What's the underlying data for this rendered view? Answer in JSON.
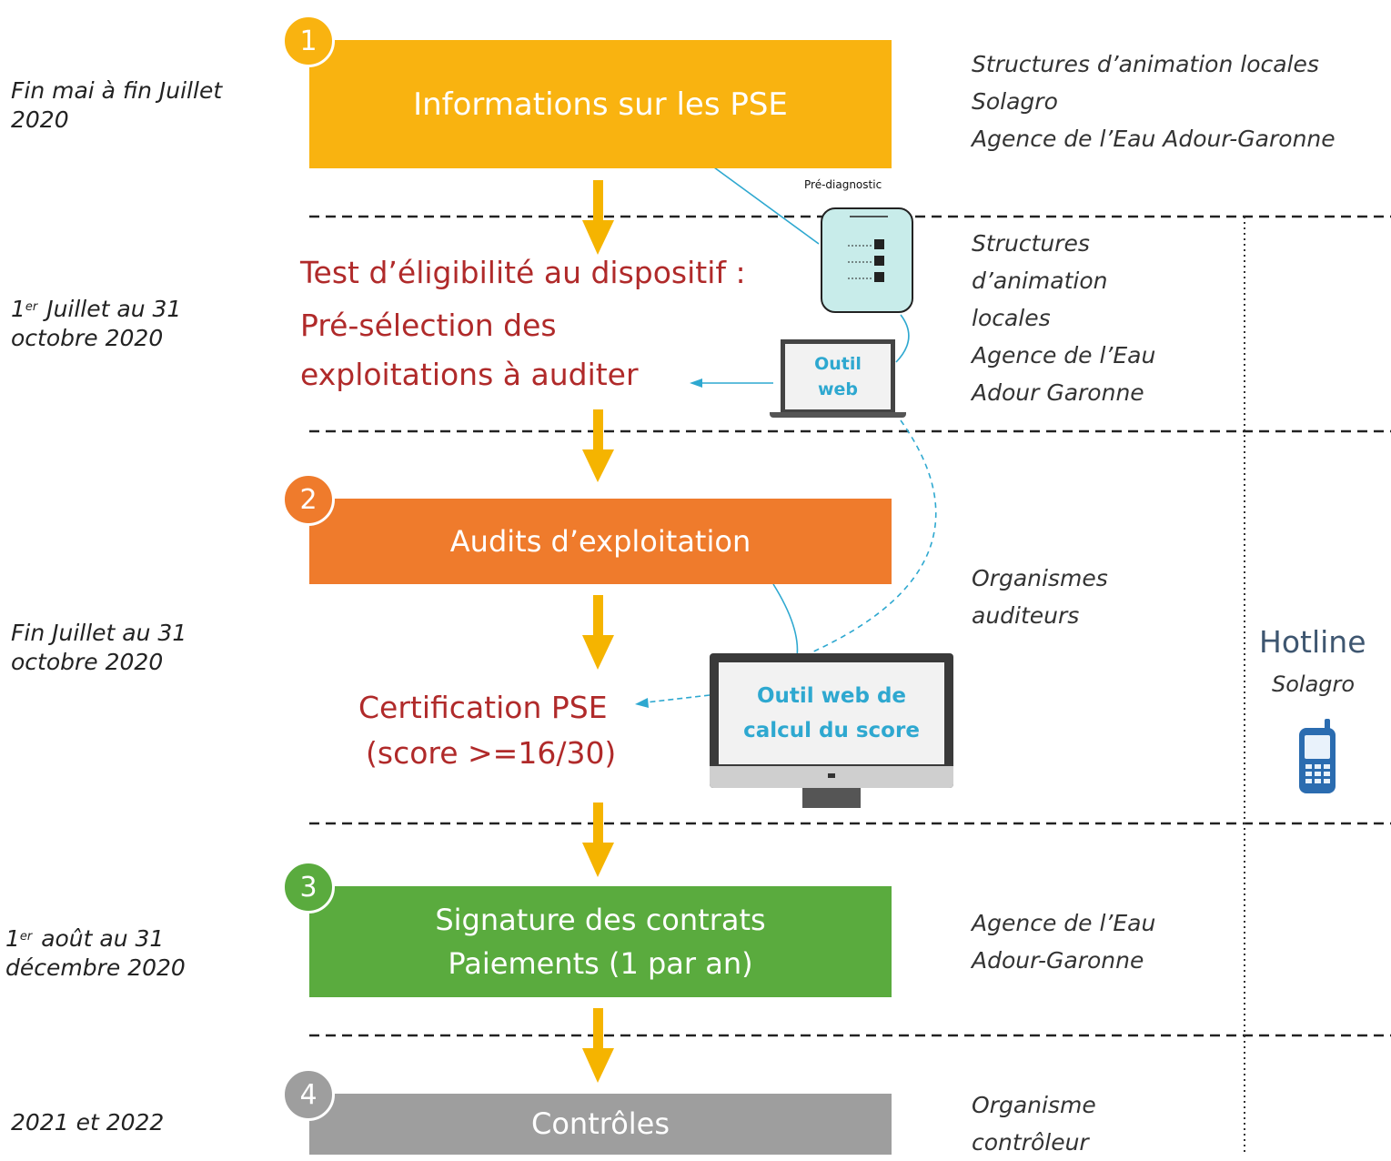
{
  "colors": {
    "step1": "#f9b310",
    "step2": "#ef7b2c",
    "step3": "#5aab3e",
    "step4": "#9e9e9e",
    "arrow": "#f5b400",
    "red_text": "#b02a2a",
    "tool_link": "#2ea8d0",
    "hotline_text": "#3e5670",
    "phone": "#2b6cb0"
  },
  "dates": {
    "d1": "Fin mai à fin Juillet 2020",
    "d2_sup": "er",
    "d2_a": "1",
    "d2_b": " Juillet au 31 octobre 2020",
    "d3": "Fin Juillet au 31 octobre 2020",
    "d4_a": "1",
    "d4_sup": "er",
    "d4_b": " août au 31 décembre 2020",
    "d5": "2021 et 2022"
  },
  "steps": [
    {
      "number": "1",
      "title": "Informations sur les PSE"
    },
    {
      "number": "2",
      "title": "Audits d’exploitation"
    },
    {
      "number": "3",
      "title_line1": "Signature des contrats",
      "title_line2": "Paiements (1 par an)"
    },
    {
      "number": "4",
      "title": "Contrôles"
    }
  ],
  "eligibility": {
    "line1": "Test d’éligibilité au dispositif :",
    "line2": "Pré-sélection des",
    "line3": "exploitations à auditer"
  },
  "certification": {
    "line1": "Certification PSE",
    "line2": "(score >=16/30)"
  },
  "tools": {
    "prediag_label": "Pré-diagnostic",
    "laptop_label_1": "Outil",
    "laptop_label_2": "web",
    "monitor_label_1": "Outil web de",
    "monitor_label_2": "calcul du score"
  },
  "actors": {
    "a1": [
      "Structures d’animation locales",
      "Solagro",
      "Agence de l’Eau Adour-Garonne"
    ],
    "a2": [
      "Structures",
      "d’animation",
      "locales",
      "Agence de l’Eau",
      "Adour Garonne"
    ],
    "a3": [
      "Organismes",
      "auditeurs"
    ],
    "a4": [
      "Agence de l’Eau",
      "Adour-Garonne"
    ],
    "a5": [
      "Organisme",
      "contrôleur"
    ]
  },
  "hotline": {
    "title": "Hotline",
    "subtitle": "Solagro",
    "icon": "mobile-phone-icon"
  }
}
